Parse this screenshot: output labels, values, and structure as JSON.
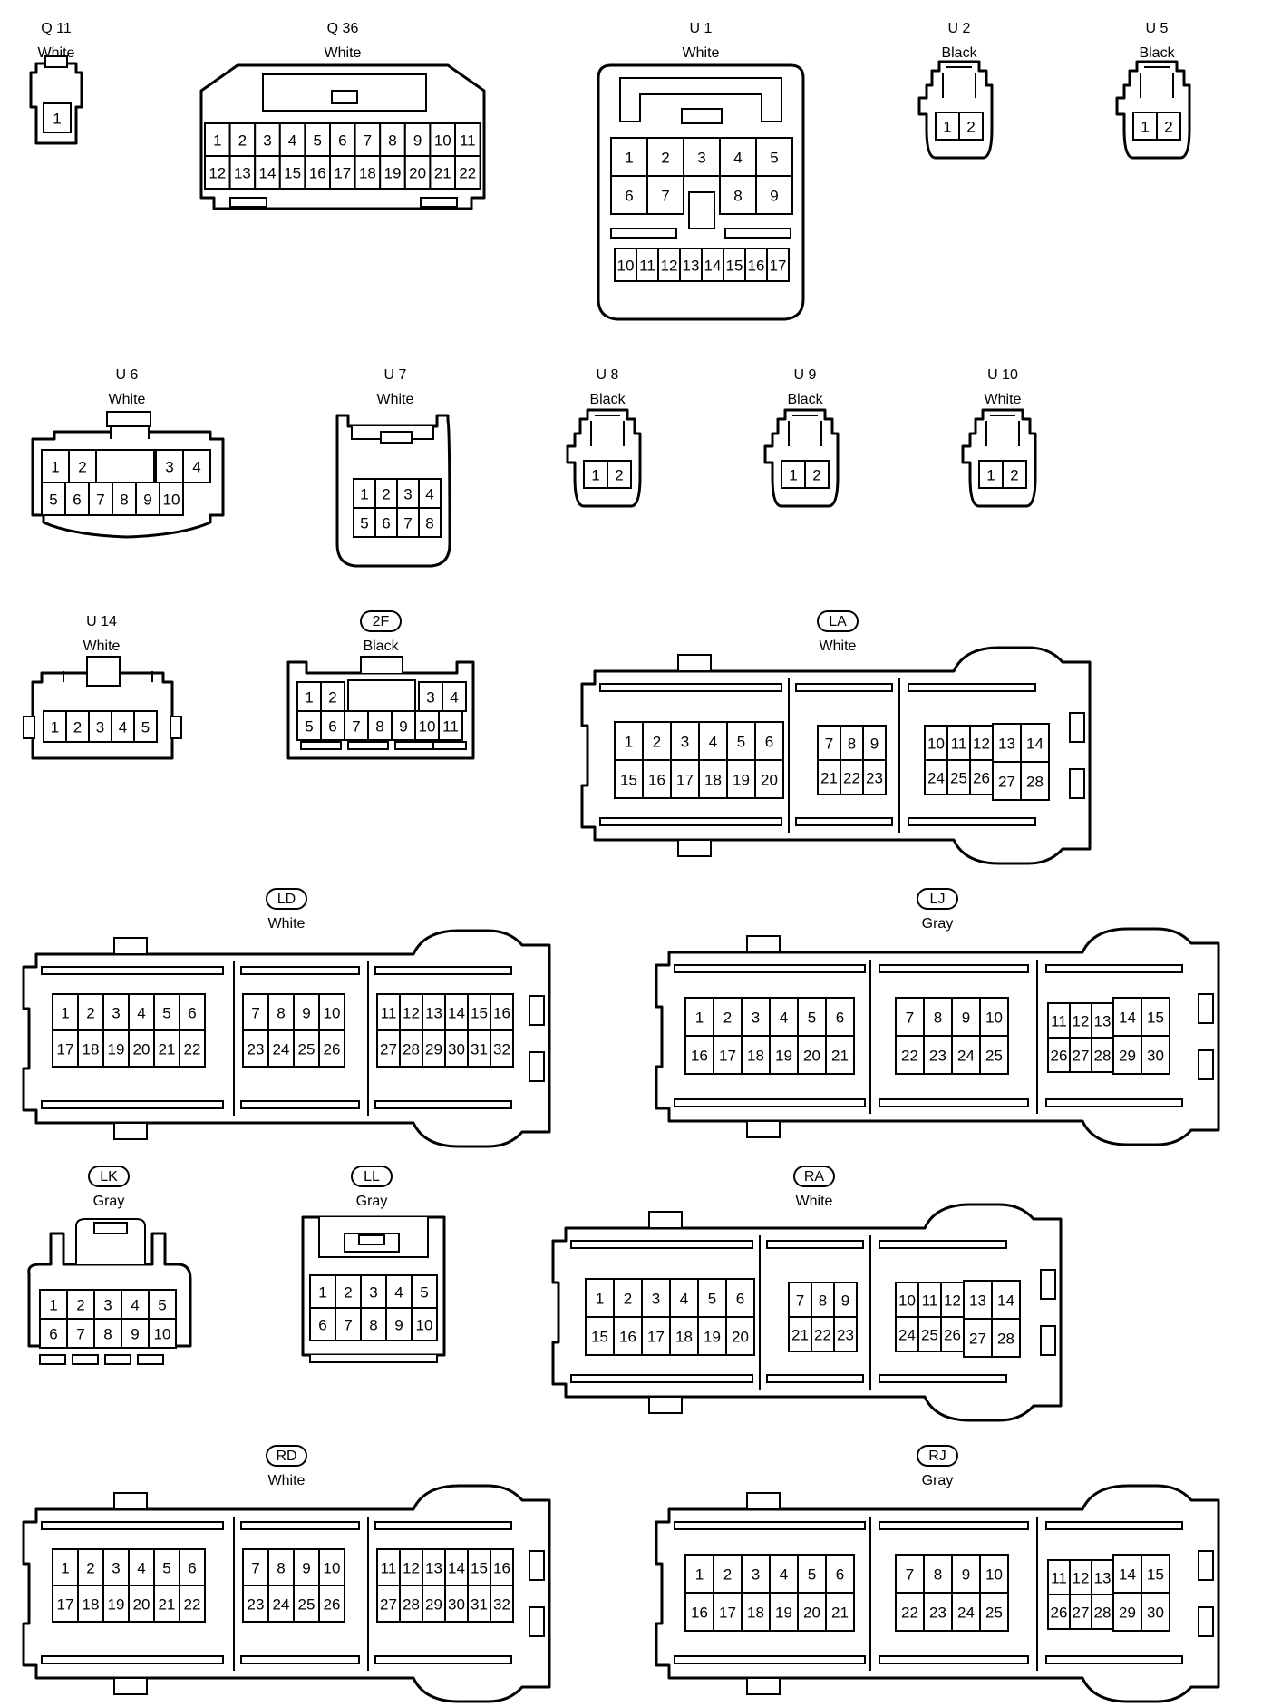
{
  "connectors": [
    {
      "id": "q11",
      "code": "Q 11",
      "badge": false,
      "color": "White",
      "rows": [
        [
          1
        ]
      ]
    },
    {
      "id": "q36",
      "code": "Q 36",
      "badge": false,
      "color": "White",
      "rows": [
        [
          1,
          2,
          3,
          4,
          5,
          6,
          7,
          8,
          9,
          10,
          11
        ],
        [
          12,
          13,
          14,
          15,
          16,
          17,
          18,
          19,
          20,
          21,
          22
        ]
      ]
    },
    {
      "id": "u1",
      "code": "U 1",
      "badge": false,
      "color": "White",
      "rows": [
        [
          1,
          2,
          3,
          4,
          5
        ],
        [
          6,
          7,
          "",
          8,
          9
        ],
        [
          10,
          11,
          12,
          13,
          14,
          15,
          16,
          17
        ]
      ]
    },
    {
      "id": "u2",
      "code": "U 2",
      "badge": false,
      "color": "Black",
      "rows": [
        [
          1,
          2
        ]
      ]
    },
    {
      "id": "u5",
      "code": "U 5",
      "badge": false,
      "color": "Black",
      "rows": [
        [
          1,
          2
        ]
      ]
    },
    {
      "id": "u6",
      "code": "U 6",
      "badge": false,
      "color": "White",
      "rows": [
        [
          1,
          2,
          "",
          "",
          3,
          4
        ],
        [
          5,
          6,
          7,
          8,
          9,
          10
        ]
      ]
    },
    {
      "id": "u7",
      "code": "U 7",
      "badge": false,
      "color": "White",
      "rows": [
        [
          1,
          2,
          3,
          4
        ],
        [
          5,
          6,
          7,
          8
        ]
      ]
    },
    {
      "id": "u8",
      "code": "U 8",
      "badge": false,
      "color": "Black",
      "rows": [
        [
          1,
          2
        ]
      ]
    },
    {
      "id": "u9",
      "code": "U 9",
      "badge": false,
      "color": "Black",
      "rows": [
        [
          1,
          2
        ]
      ]
    },
    {
      "id": "u10",
      "code": "U 10",
      "badge": false,
      "color": "White",
      "rows": [
        [
          1,
          2
        ]
      ]
    },
    {
      "id": "u14",
      "code": "U 14",
      "badge": false,
      "color": "White",
      "rows": [
        [
          1,
          2,
          3,
          4,
          5
        ]
      ]
    },
    {
      "id": "c2f",
      "code": "2F",
      "badge": true,
      "color": "Black",
      "rows": [
        [
          1,
          2,
          "",
          "",
          3,
          4
        ],
        [
          5,
          6,
          7,
          8,
          9,
          10,
          11
        ]
      ]
    },
    {
      "id": "la",
      "code": "LA",
      "badge": true,
      "color": "White",
      "blocks": [
        [
          [
            1,
            2,
            3,
            4,
            5,
            6
          ],
          [
            15,
            16,
            17,
            18,
            19,
            20
          ]
        ],
        [
          [
            7,
            8,
            9
          ],
          [
            21,
            22,
            23
          ]
        ],
        [
          [
            10,
            11,
            12,
            13,
            14
          ],
          [
            24,
            25,
            26,
            27,
            28
          ]
        ]
      ]
    },
    {
      "id": "ld",
      "code": "LD",
      "badge": true,
      "color": "White",
      "blocks": [
        [
          [
            1,
            2,
            3,
            4,
            5,
            6
          ],
          [
            17,
            18,
            19,
            20,
            21,
            22
          ]
        ],
        [
          [
            7,
            8,
            9,
            10
          ],
          [
            23,
            24,
            25,
            26
          ]
        ],
        [
          [
            11,
            12,
            13,
            14,
            15,
            16
          ],
          [
            27,
            28,
            29,
            30,
            31,
            32
          ]
        ]
      ]
    },
    {
      "id": "lj",
      "code": "LJ",
      "badge": true,
      "color": "Gray",
      "blocks": [
        [
          [
            1,
            2,
            3,
            4,
            5,
            6
          ],
          [
            16,
            17,
            18,
            19,
            20,
            21
          ]
        ],
        [
          [
            7,
            8,
            9,
            10
          ],
          [
            22,
            23,
            24,
            25
          ]
        ],
        [
          [
            11,
            12,
            13,
            14,
            15
          ],
          [
            26,
            27,
            28,
            29,
            30
          ]
        ]
      ]
    },
    {
      "id": "lk",
      "code": "LK",
      "badge": true,
      "color": "Gray",
      "rows": [
        [
          1,
          2,
          3,
          4,
          5
        ],
        [
          6,
          7,
          8,
          9,
          10
        ]
      ]
    },
    {
      "id": "ll",
      "code": "LL",
      "badge": true,
      "color": "Gray",
      "rows": [
        [
          1,
          2,
          3,
          4,
          5
        ],
        [
          6,
          7,
          8,
          9,
          10
        ]
      ]
    },
    {
      "id": "ra",
      "code": "RA",
      "badge": true,
      "color": "White",
      "blocks": [
        [
          [
            1,
            2,
            3,
            4,
            5,
            6
          ],
          [
            15,
            16,
            17,
            18,
            19,
            20
          ]
        ],
        [
          [
            7,
            8,
            9
          ],
          [
            21,
            22,
            23
          ]
        ],
        [
          [
            10,
            11,
            12,
            13,
            14
          ],
          [
            24,
            25,
            26,
            27,
            28
          ]
        ]
      ]
    },
    {
      "id": "rd",
      "code": "RD",
      "badge": true,
      "color": "White",
      "blocks": [
        [
          [
            1,
            2,
            3,
            4,
            5,
            6
          ],
          [
            17,
            18,
            19,
            20,
            21,
            22
          ]
        ],
        [
          [
            7,
            8,
            9,
            10
          ],
          [
            23,
            24,
            25,
            26
          ]
        ],
        [
          [
            11,
            12,
            13,
            14,
            15,
            16
          ],
          [
            27,
            28,
            29,
            30,
            31,
            32
          ]
        ]
      ]
    },
    {
      "id": "rj",
      "code": "RJ",
      "badge": true,
      "color": "Gray",
      "blocks": [
        [
          [
            1,
            2,
            3,
            4,
            5,
            6
          ],
          [
            16,
            17,
            18,
            19,
            20,
            21
          ]
        ],
        [
          [
            7,
            8,
            9,
            10
          ],
          [
            22,
            23,
            24,
            25
          ]
        ],
        [
          [
            11,
            12,
            13,
            14,
            15
          ],
          [
            26,
            27,
            28,
            29,
            30
          ]
        ]
      ]
    }
  ]
}
